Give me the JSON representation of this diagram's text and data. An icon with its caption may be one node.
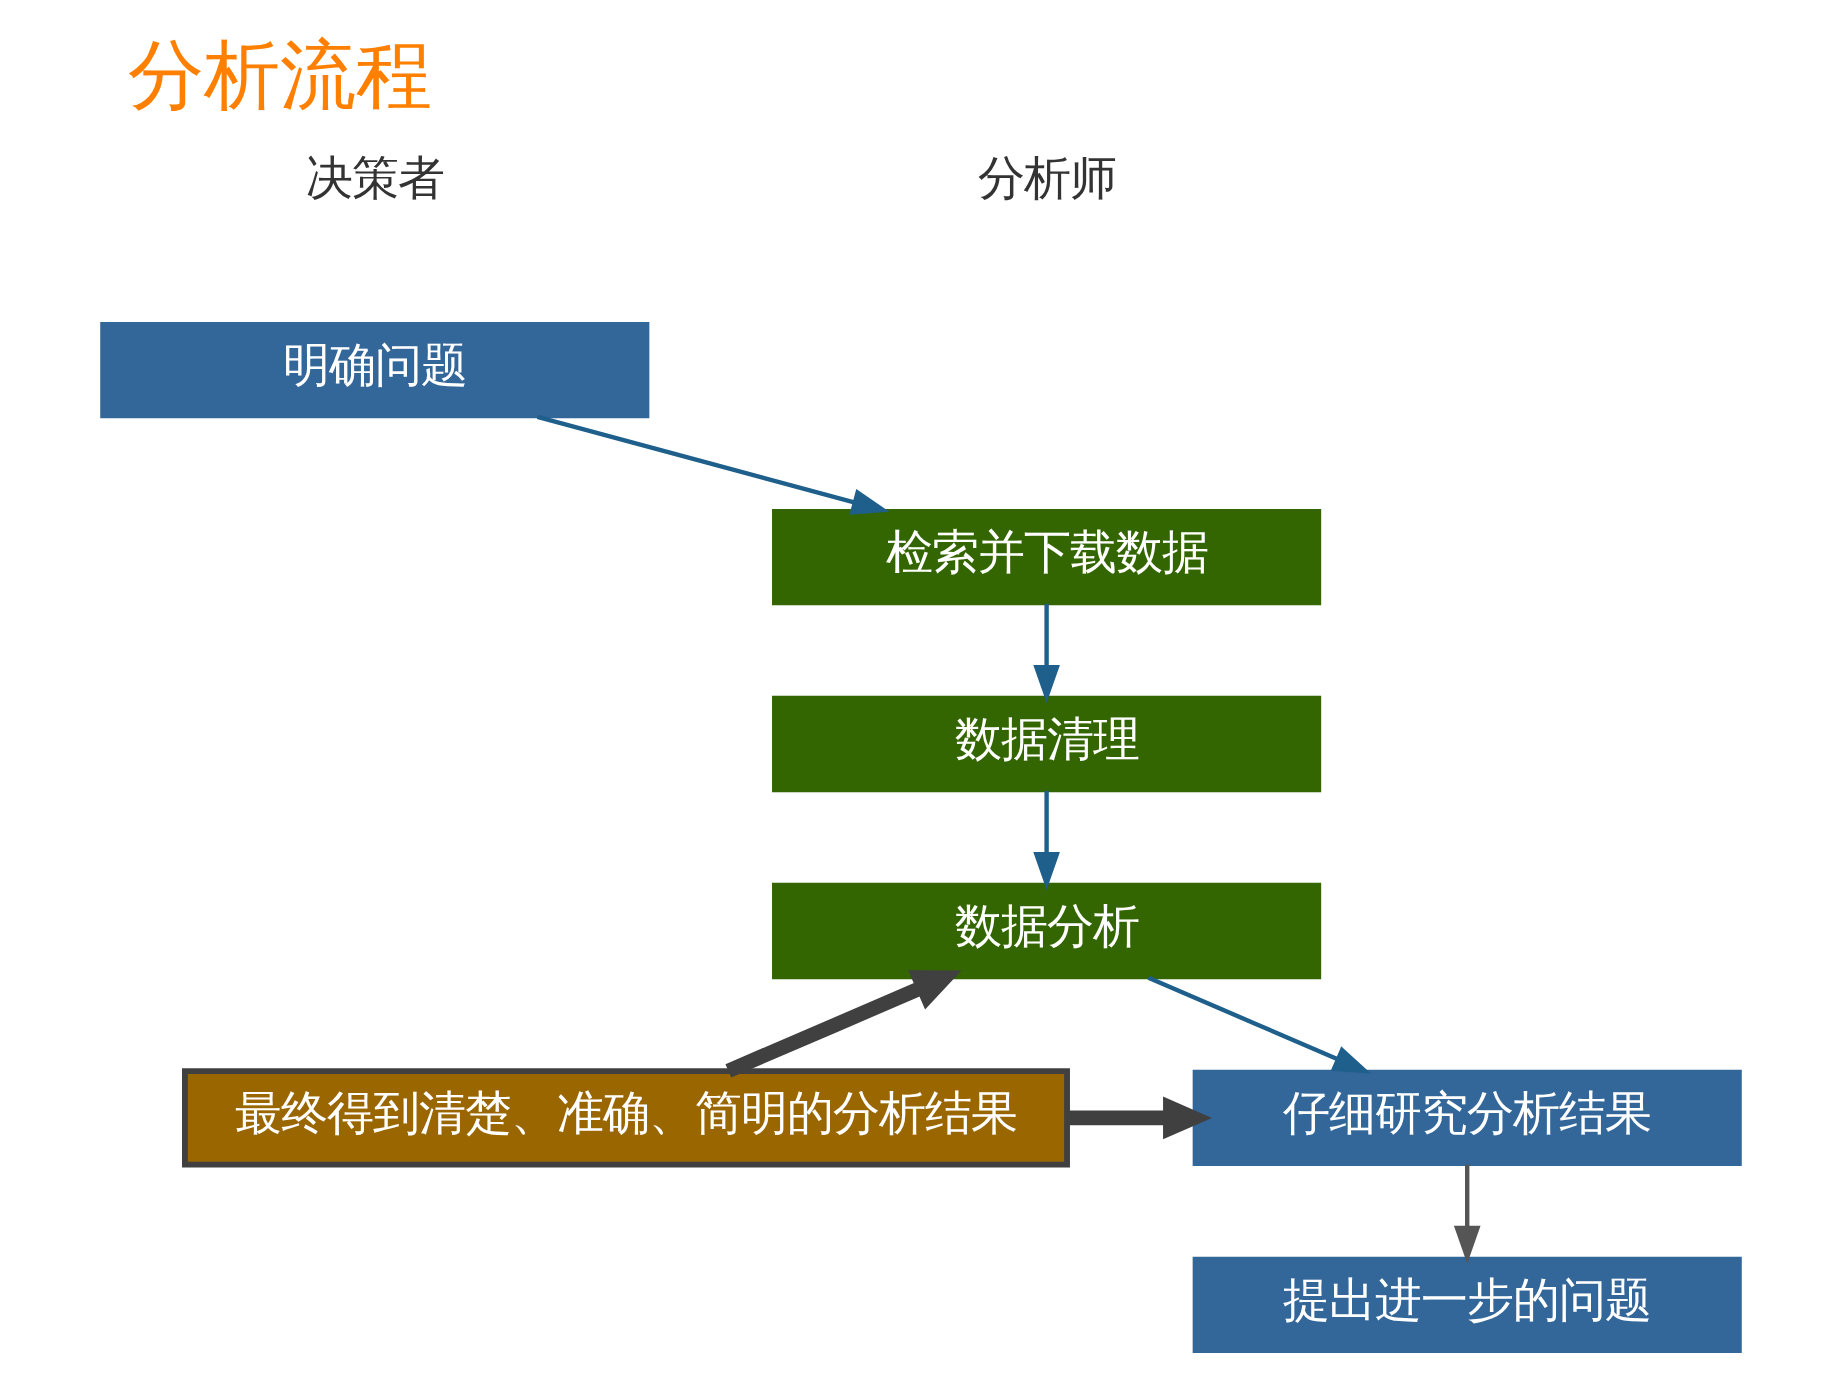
{
  "diagram": {
    "title": "分析流程",
    "nodes": [
      {
        "text": [
          "明确问题"
        ]
      },
      {
        "text": [
          "检索并下载数据"
        ]
      },
      {
        "text": [
          "数据清理"
        ]
      },
      {
        "text": [
          "数据分析"
        ]
      },
      {
        "text": [
          "仔细研究分析结果"
        ]
      },
      {
        "text": [
          "提出进一步的问题"
        ]
      },
      {
        "text": [
          "最终得到清楚、准确、简明的分析结果"
        ]
      }
    ],
    "edges": [
      {
        "from": 0,
        "to": 1,
        "arrow": "to"
      },
      {
        "from": 1,
        "to": 2,
        "arrow": "to"
      },
      {
        "from": 2,
        "to": 3,
        "arrow": "to"
      },
      {
        "from": 3,
        "to": 4,
        "arrow": "to"
      },
      {
        "from": 4,
        "to": 5,
        "arrow": "to",
        "color": "#555555"
      },
      {
        "from": 6,
        "to": 4,
        "arrow": "to",
        "style": "thick",
        "color": "#404040"
      },
      {
        "from": 6,
        "to": 3,
        "arrow": "to",
        "style": "thick",
        "color": "#404040"
      }
    ],
    "labels": [
      "决策者",
      "分析师"
    ]
  }
}
